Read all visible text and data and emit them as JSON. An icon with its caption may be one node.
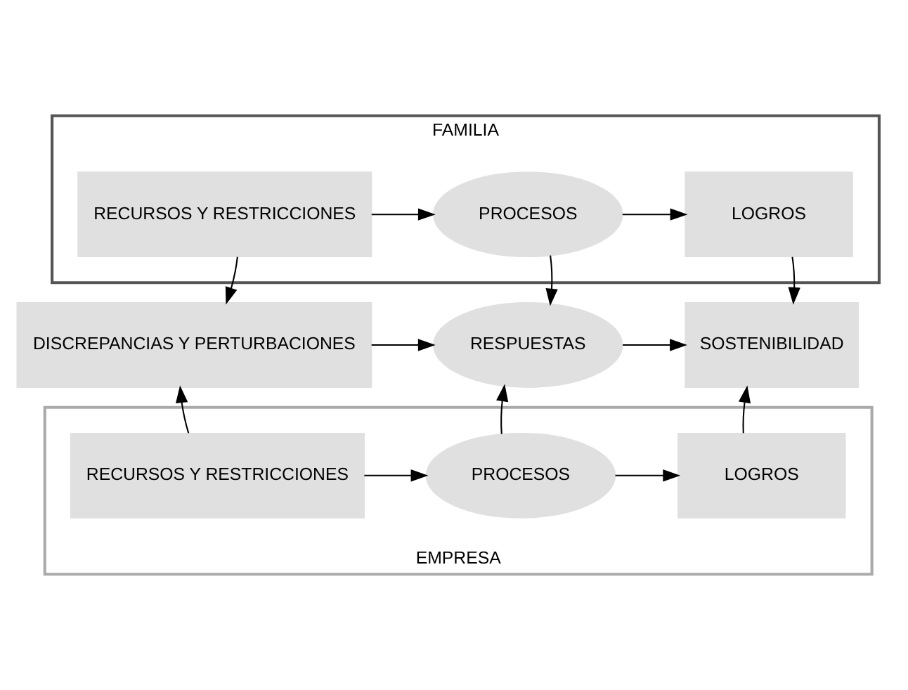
{
  "diagram": {
    "nodes": [
      {
        "text": [
          "FAMILIA"
        ]
      },
      {
        "text": [
          "RECURSOS Y RESTRICCIONES"
        ],
        "in": 0
      },
      {
        "text": [
          "PROCESOS"
        ],
        "in": 0
      },
      {
        "text": [
          "LOGROS"
        ],
        "in": 0
      },
      {
        "text": [
          "EMPRESA"
        ]
      },
      {
        "text": [
          "DISCREPANCIAS Y PERTURBACIONES"
        ]
      },
      {
        "text": [
          "RESPUESTAS"
        ]
      },
      {
        "text": [
          "SOSTENIBILIDAD"
        ]
      },
      {
        "text": [
          "RECURSOS Y RESTRICCIONES"
        ],
        "in": 4
      },
      {
        "text": [
          "PROCESOS"
        ],
        "in": 4
      },
      {
        "text": [
          "LOGROS"
        ],
        "in": 4
      }
    ],
    "edges": [
      {
        "from": 1,
        "to": 2,
        "arrow": "to"
      },
      {
        "from": 2,
        "to": 3,
        "arrow": "to"
      },
      {
        "from": 1,
        "to": 5,
        "arrow": "to"
      },
      {
        "from": 2,
        "to": 6,
        "arrow": "to"
      },
      {
        "from": 3,
        "to": 7,
        "arrow": "to"
      },
      {
        "from": 5,
        "to": 6,
        "arrow": "to"
      },
      {
        "from": 6,
        "to": 7,
        "arrow": "to"
      },
      {
        "from": 8,
        "to": 5,
        "arrow": "to"
      },
      {
        "from": 8,
        "to": 9,
        "arrow": "to"
      },
      {
        "from": 9,
        "to": 6,
        "arrow": "to"
      },
      {
        "from": 9,
        "to": 10,
        "arrow": "to"
      },
      {
        "from": 10,
        "to": 7,
        "arrow": "to"
      }
    ]
  }
}
